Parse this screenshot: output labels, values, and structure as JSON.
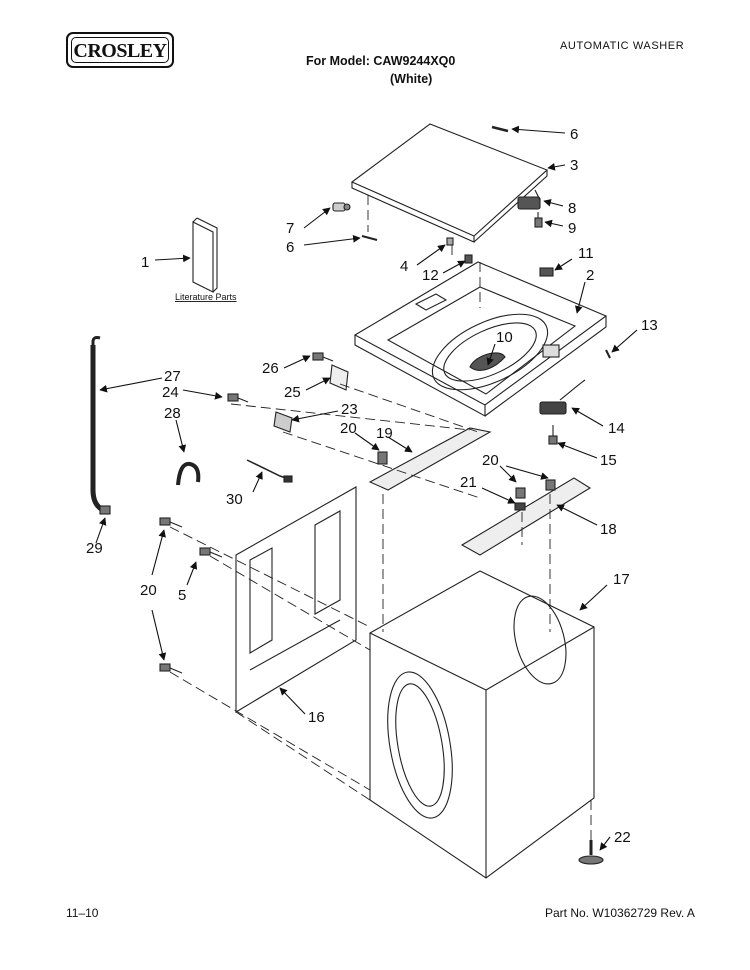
{
  "header": {
    "brand": "CROSLEY",
    "model_line": "For Model: CAW9244XQ0",
    "variant": "(White)",
    "product": "AUTOMATIC WASHER"
  },
  "diagram": {
    "literature_label": "Literature Parts",
    "callouts": [
      "1",
      "2",
      "3",
      "4",
      "5",
      "6",
      "6",
      "7",
      "8",
      "9",
      "10",
      "11",
      "12",
      "13",
      "14",
      "15",
      "16",
      "17",
      "18",
      "19",
      "20",
      "20",
      "20",
      "20",
      "21",
      "22",
      "23",
      "24",
      "25",
      "26",
      "27",
      "28",
      "29",
      "30"
    ]
  },
  "footer": {
    "date": "11–10",
    "part_number": "Part No. W10362729 Rev. A"
  }
}
